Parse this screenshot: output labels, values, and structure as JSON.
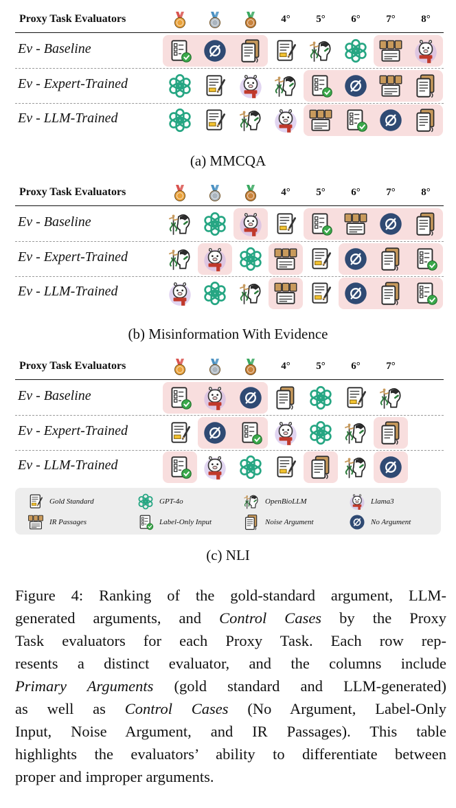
{
  "header_label": "Proxy Task Evaluators",
  "rank_headers": [
    "",
    "",
    "",
    "4°",
    "5°",
    "6°",
    "7°",
    "8°"
  ],
  "medal_ranks": [
    {
      "name": "gold-medal-icon",
      "color": "#e9a23b",
      "ribbon": "#d9534f"
    },
    {
      "name": "silver-medal-icon",
      "color": "#aab4bd",
      "ribbon": "#4a90c2"
    },
    {
      "name": "bronze-medal-icon",
      "color": "#c9833d",
      "ribbon": "#3aa860"
    }
  ],
  "icon_legend": {
    "gold": "Gold Standard",
    "gpt": "GPT-4o",
    "openbio": "OpenBioLLM",
    "llama": "Llama3",
    "ir": "IR Passages",
    "label": "Label-Only Input",
    "noise": "Noise Argument",
    "noarg": "No Argument"
  },
  "panels": [
    {
      "caption": "(a) MMCQA",
      "rows": [
        {
          "label": "Ev - Baseline",
          "cells": [
            "label",
            "noarg",
            "noise",
            "gold",
            "openbio",
            "gpt",
            "ir",
            "llama"
          ],
          "highlight": [
            0,
            1,
            2,
            6,
            7
          ]
        },
        {
          "label": "Ev - Expert-Trained",
          "cells": [
            "gpt",
            "gold",
            "llama",
            "openbio",
            "label",
            "noarg",
            "ir",
            "noise"
          ],
          "highlight": [
            4,
            5,
            6,
            7
          ]
        },
        {
          "label": "Ev - LLM-Trained",
          "cells": [
            "gpt",
            "gold",
            "openbio",
            "llama",
            "ir",
            "label",
            "noarg",
            "noise"
          ],
          "highlight": [
            4,
            5,
            6,
            7
          ]
        }
      ]
    },
    {
      "caption": "(b) Misinformation With Evidence",
      "rows": [
        {
          "label": "Ev - Baseline",
          "cells": [
            "openbio",
            "gpt",
            "llama",
            "gold",
            "label",
            "ir",
            "noarg",
            "noise"
          ],
          "highlight": [
            2,
            4,
            5,
            6,
            7
          ]
        },
        {
          "label": "Ev - Expert-Trained",
          "cells": [
            "openbio",
            "llama",
            "gpt",
            "ir",
            "gold",
            "noarg",
            "noise",
            "label"
          ],
          "highlight": [
            1,
            3,
            5,
            6,
            7
          ]
        },
        {
          "label": "Ev - LLM-Trained",
          "cells": [
            "llama",
            "gpt",
            "openbio",
            "ir",
            "gold",
            "noarg",
            "noise",
            "label"
          ],
          "highlight": [
            3,
            5,
            6,
            7
          ]
        }
      ]
    },
    {
      "caption": "(c) NLI",
      "rows": [
        {
          "label": "Ev - Baseline",
          "cells": [
            "label",
            "llama",
            "noarg",
            "noise",
            "gpt",
            "gold",
            "openbio"
          ],
          "highlight": [
            0,
            1,
            2
          ]
        },
        {
          "label": "Ev - Expert-Trained",
          "cells": [
            "gold",
            "noarg",
            "label",
            "llama",
            "gpt",
            "openbio",
            "noise"
          ],
          "highlight": [
            1,
            2,
            6
          ]
        },
        {
          "label": "Ev - LLM-Trained",
          "cells": [
            "label",
            "llama",
            "gpt",
            "gold",
            "noise",
            "openbio",
            "noarg"
          ],
          "highlight": [
            0,
            4,
            6
          ]
        }
      ]
    }
  ],
  "figure_caption_lines": [
    "Figure 4: Ranking of the gold-standard argument, LLM-",
    "generated arguments, and Control Cases by the Proxy",
    "Task evaluators for each Proxy Task.  Each row rep-",
    "resents a distinct evaluator, and the columns include",
    "Primary Arguments (gold standard and LLM-generated)",
    "as well as Control Cases (No Argument, Label-Only",
    "Input, Noise Argument, and IR Passages).  This table",
    "highlights the evaluators’ ability to differentiate between",
    "proper and improper arguments."
  ],
  "colors": {
    "highlight": "#f8dede",
    "gpt": "#26a683",
    "noarg": "#2f4a73",
    "noise": "#c89a5c",
    "llama": "#c9b3e6",
    "scarf": "#c0392b",
    "check": "#3aa84a"
  }
}
